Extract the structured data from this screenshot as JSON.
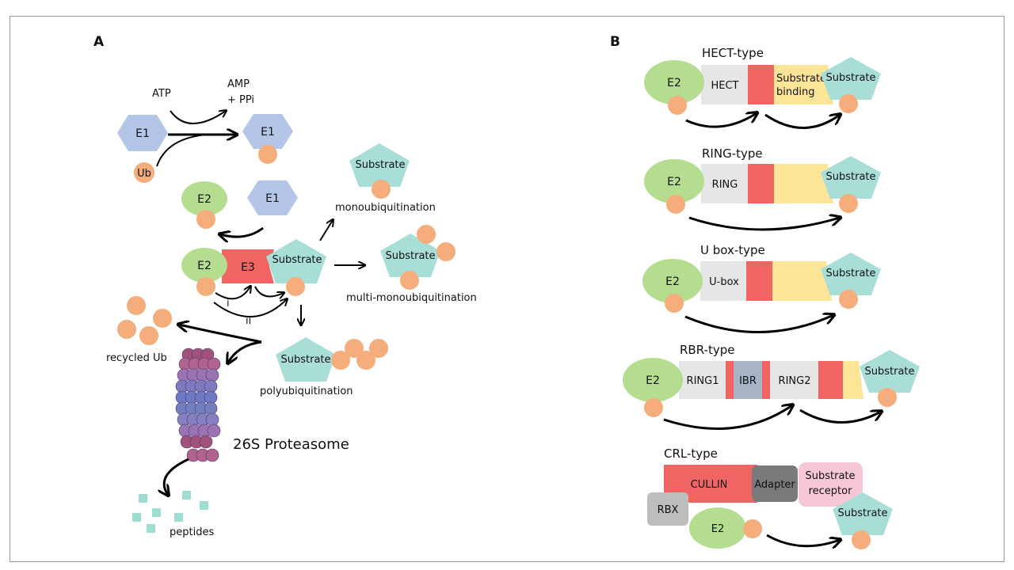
{
  "panel_a": {
    "label": "A",
    "atp": "ATP",
    "amp": "AMP",
    "ppi": "+ PPi",
    "e1": "E1",
    "ub": "Ub",
    "e2": "E2",
    "e3": "E3",
    "substrate": "Substrate",
    "mono": "monoubiquitination",
    "multi": "multi-monoubiquitination",
    "poly": "polyubiquitination",
    "path_i": "i",
    "path_ii": "ii",
    "recycled": "recycled Ub",
    "proteasome": "26S Proteasome",
    "peptides": "peptides"
  },
  "panel_b": {
    "label": "B",
    "hect": {
      "title": "HECT-type",
      "e2": "E2",
      "domain": "HECT",
      "binding_1": "Substrate",
      "binding_2": "binding",
      "substrate": "Substrate"
    },
    "ring": {
      "title": "RING-type",
      "e2": "E2",
      "domain": "RING",
      "substrate": "Substrate"
    },
    "ubox": {
      "title": "U box-type",
      "e2": "E2",
      "domain": "U-box",
      "substrate": "Substrate"
    },
    "rbr": {
      "title": "RBR-type",
      "e2": "E2",
      "ring1": "RING1",
      "ibr": "IBR",
      "ring2": "RING2",
      "substrate": "Substrate"
    },
    "crl": {
      "title": "CRL-type",
      "cullin": "CULLIN",
      "adapter": "Adapter",
      "receptor_1": "Substrate",
      "receptor_2": "receptor",
      "rbx": "RBX",
      "e2": "E2",
      "substrate": "Substrate"
    }
  },
  "colors": {
    "e1": "#b4c6e7",
    "e2": "#b5dd8f",
    "e3": "#f06464",
    "substrate": "#a9ded6",
    "ub": "#f5ad7c",
    "domain": "#e6e6e6",
    "binding": "#fde598",
    "ibr": "#a9b3c8",
    "receptor": "#f6c7d8",
    "adapter": "#7a7a7a",
    "rbx": "#bdbdbd",
    "peptide": "#9fdcd2"
  }
}
